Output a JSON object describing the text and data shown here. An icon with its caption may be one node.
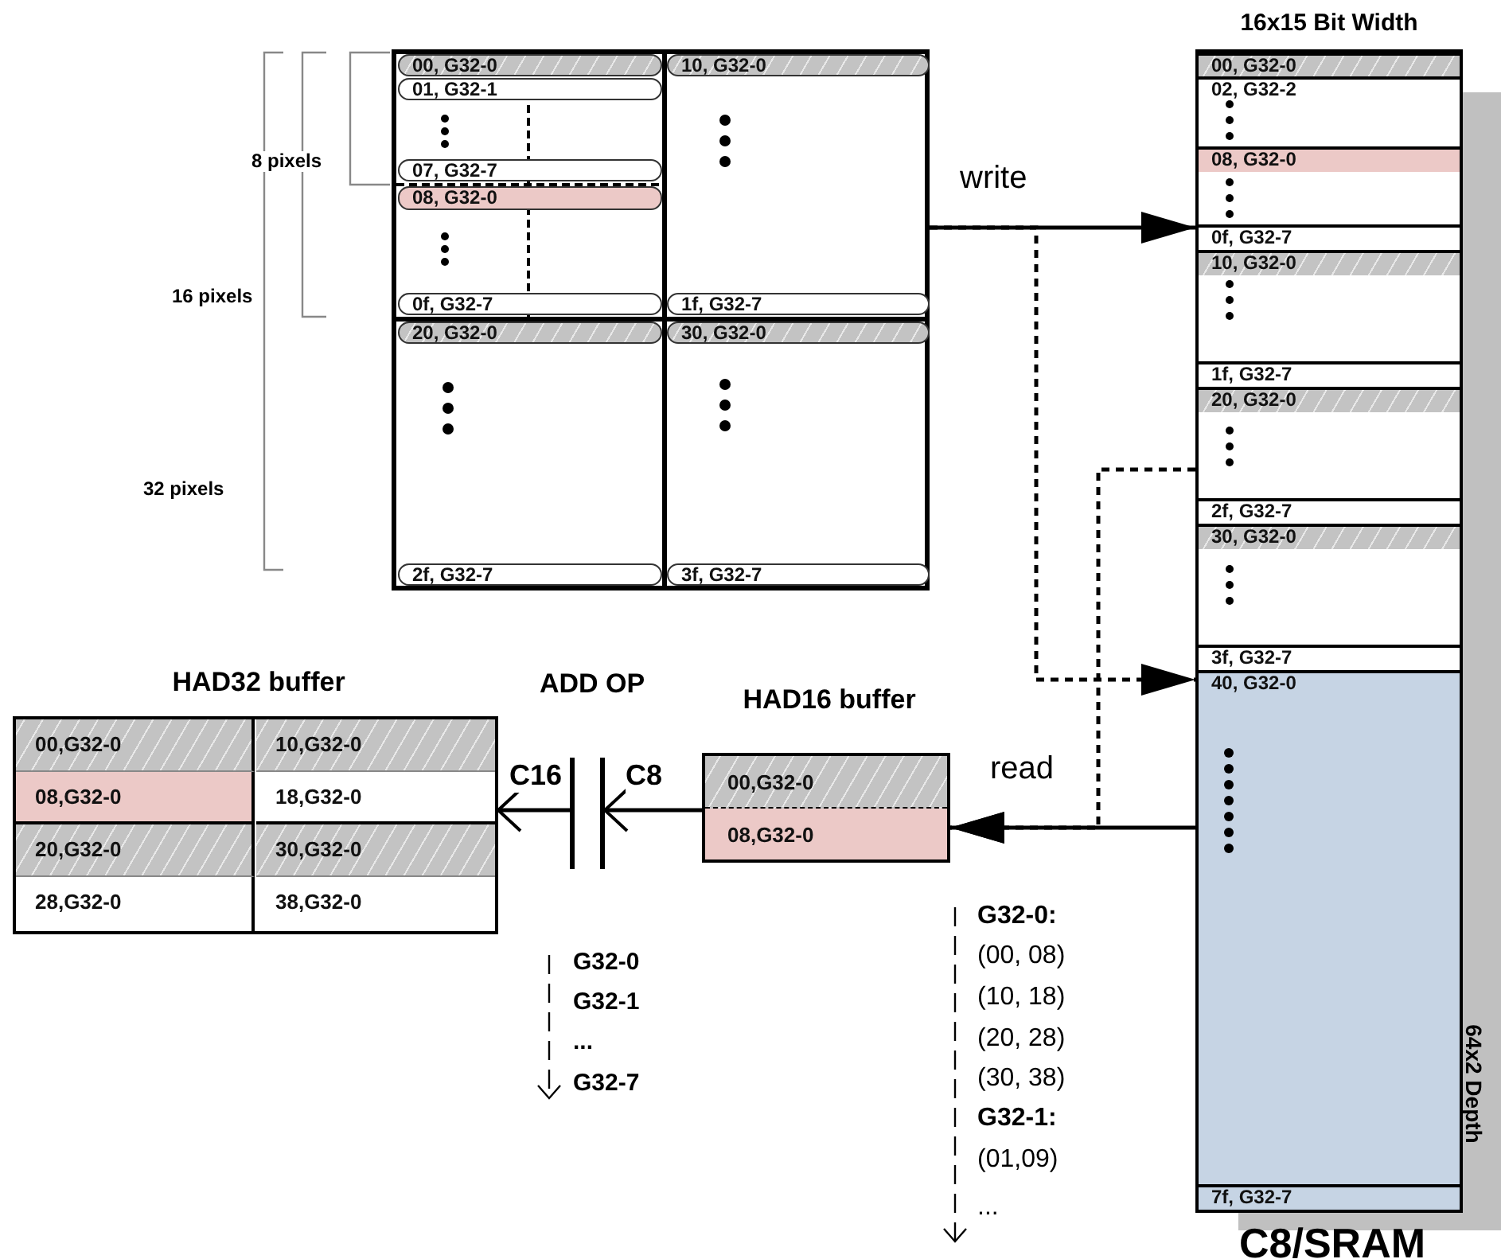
{
  "diagram": {
    "nodes": [
      {
        "text": [],
        "shape": "box"
      },
      {
        "text": [
          "00, G32-0"
        ],
        "in": 0
      },
      {
        "text": [
          "01, G32-1"
        ],
        "in": 0
      },
      {
        "text": [
          "07, G32-7"
        ],
        "in": 0
      },
      {
        "text": [
          "08, G32-0"
        ],
        "in": 0
      },
      {
        "text": [
          "0f, G32-7"
        ],
        "in": 0
      },
      {
        "text": [
          "10, G32-0"
        ],
        "in": 0
      },
      {
        "text": [
          "1f, G32-7"
        ],
        "in": 0
      },
      {
        "text": [
          "20, G32-0"
        ],
        "in": 0
      },
      {
        "text": [
          "2f, G32-7"
        ],
        "in": 0
      },
      {
        "text": [
          "30, G32-0"
        ],
        "in": 0
      },
      {
        "text": [
          "3f, G32-7"
        ],
        "in": 0
      },
      {
        "text": [
          "16x15 Bit Width",
          "C8/SRAM"
        ],
        "beside": [
          "64x2 Depth"
        ]
      },
      {
        "text": [
          "00, G32-0"
        ],
        "in": 12
      },
      {
        "text": [
          "02, G32-2"
        ],
        "in": 12
      },
      {
        "text": [
          "08, G32-0"
        ],
        "in": 12
      },
      {
        "text": [
          "0f, G32-7"
        ],
        "in": 12
      },
      {
        "text": [
          "10, G32-0"
        ],
        "in": 12
      },
      {
        "text": [
          "1f, G32-7"
        ],
        "in": 12
      },
      {
        "text": [
          "20, G32-0"
        ],
        "in": 12
      },
      {
        "text": [
          "2f, G32-7"
        ],
        "in": 12
      },
      {
        "text": [
          "30, G32-0"
        ],
        "in": 12
      },
      {
        "text": [
          "3f, G32-7"
        ],
        "in": 12
      },
      {
        "text": [
          "40, G32-0"
        ],
        "in": 12
      },
      {
        "text": [
          "7f, G32-7"
        ],
        "in": 12
      },
      {
        "text": [
          "HAD16 buffer"
        ]
      },
      {
        "text": [
          "00,G32-0"
        ],
        "in": 25
      },
      {
        "text": [
          "08,G32-0"
        ],
        "in": 25
      },
      {
        "text": [
          "ADD OP"
        ]
      },
      {
        "text": [
          "HAD32 buffer"
        ]
      },
      {
        "text": [
          "00,G32-0"
        ],
        "in": 29
      },
      {
        "text": [
          "10,G32-0"
        ],
        "in": 29
      },
      {
        "text": [
          "08,G32-0"
        ],
        "in": 29
      },
      {
        "text": [
          "18,G32-0"
        ],
        "in": 29
      },
      {
        "text": [
          "20,G32-0"
        ],
        "in": 29
      },
      {
        "text": [
          "30,G32-0"
        ],
        "in": 29
      },
      {
        "text": [
          "28,G32-0"
        ],
        "in": 29
      },
      {
        "text": [
          "38,G32-0"
        ],
        "in": 29
      }
    ],
    "edges": [
      {
        "from": 0,
        "to": 12,
        "arrow": "to",
        "label": "write"
      },
      {
        "from": 0,
        "to": 12,
        "arrow": "to",
        "style": "dashed"
      },
      {
        "from": 12,
        "to": 25,
        "arrow": "to",
        "label": "read"
      },
      {
        "from": 12,
        "to": 25,
        "arrow": "to",
        "style": "dashed"
      },
      {
        "from": 25,
        "to": 28,
        "arrow": "to",
        "label": "C8"
      },
      {
        "from": 28,
        "to": 29,
        "arrow": "to",
        "label": "C16"
      }
    ],
    "labels": [
      "8 pixels",
      "16 pixels",
      "32 pixels",
      "G32-0",
      "G32-1",
      "...",
      "G32-7",
      "G32-0:",
      "(00, 08)",
      "(10, 18)",
      "(20, 28)",
      "(30, 38)",
      "G32-1:",
      "(01,09)",
      "..."
    ]
  }
}
